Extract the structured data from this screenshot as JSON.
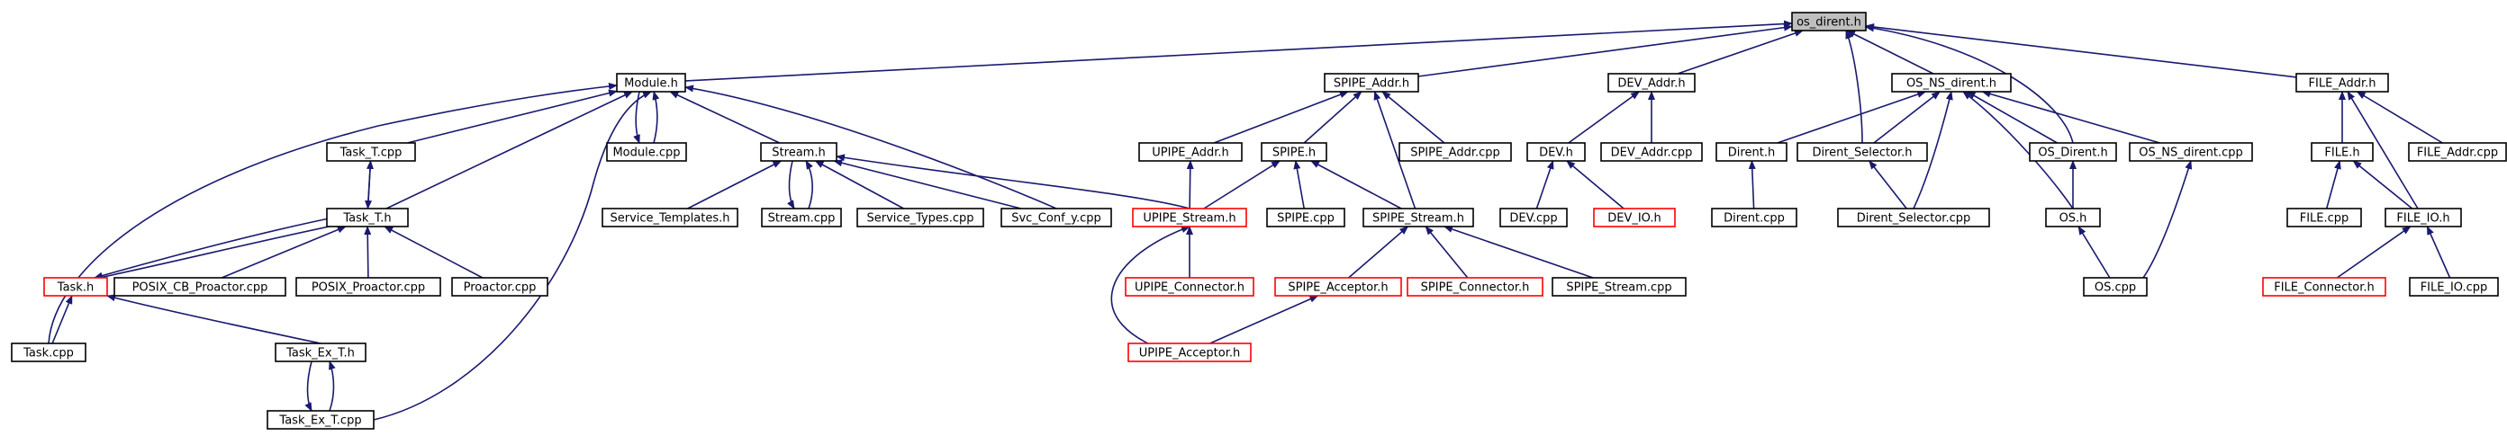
{
  "diagram": {
    "colors": {
      "edge": "#191970",
      "root_fill": "#bfbfbf",
      "default_border": "#000000",
      "truncated_border": "#ff0000",
      "node_fill": "#ffffff"
    },
    "nodes": [
      {
        "id": "os_dirent_h",
        "label": "os_dirent.h",
        "style": "root"
      },
      {
        "id": "module_h",
        "label": "Module.h",
        "style": "normal"
      },
      {
        "id": "spipe_addr_h",
        "label": "SPIPE_Addr.h",
        "style": "normal"
      },
      {
        "id": "dev_addr_h",
        "label": "DEV_Addr.h",
        "style": "normal"
      },
      {
        "id": "os_ns_dirent_h",
        "label": "OS_NS_dirent.h",
        "style": "normal"
      },
      {
        "id": "file_addr_h",
        "label": "FILE_Addr.h",
        "style": "normal"
      },
      {
        "id": "task_t_cpp",
        "label": "Task_T.cpp",
        "style": "normal"
      },
      {
        "id": "module_cpp",
        "label": "Module.cpp",
        "style": "normal"
      },
      {
        "id": "stream_h",
        "label": "Stream.h",
        "style": "normal"
      },
      {
        "id": "upipe_addr_h",
        "label": "UPIPE_Addr.h",
        "style": "normal"
      },
      {
        "id": "spipe_h",
        "label": "SPIPE.h",
        "style": "normal"
      },
      {
        "id": "spipe_addr_cpp",
        "label": "SPIPE_Addr.cpp",
        "style": "normal"
      },
      {
        "id": "dev_h",
        "label": "DEV.h",
        "style": "normal"
      },
      {
        "id": "dev_addr_cpp",
        "label": "DEV_Addr.cpp",
        "style": "normal"
      },
      {
        "id": "dirent_h",
        "label": "Dirent.h",
        "style": "normal"
      },
      {
        "id": "dirent_selector_h",
        "label": "Dirent_Selector.h",
        "style": "normal"
      },
      {
        "id": "os_dirent_h2",
        "label": "OS_Dirent.h",
        "style": "normal"
      },
      {
        "id": "os_ns_dirent_cpp",
        "label": "OS_NS_dirent.cpp",
        "style": "normal"
      },
      {
        "id": "file_h",
        "label": "FILE.h",
        "style": "normal"
      },
      {
        "id": "file_addr_cpp",
        "label": "FILE_Addr.cpp",
        "style": "normal"
      },
      {
        "id": "task_t_h",
        "label": "Task_T.h",
        "style": "normal"
      },
      {
        "id": "service_templates_h",
        "label": "Service_Templates.h",
        "style": "normal"
      },
      {
        "id": "stream_cpp",
        "label": "Stream.cpp",
        "style": "normal"
      },
      {
        "id": "service_types_cpp",
        "label": "Service_Types.cpp",
        "style": "normal"
      },
      {
        "id": "svc_conf_y_cpp",
        "label": "Svc_Conf_y.cpp",
        "style": "normal"
      },
      {
        "id": "upipe_stream_h",
        "label": "UPIPE_Stream.h",
        "style": "truncated"
      },
      {
        "id": "spipe_cpp",
        "label": "SPIPE.cpp",
        "style": "normal"
      },
      {
        "id": "spipe_stream_h",
        "label": "SPIPE_Stream.h",
        "style": "normal"
      },
      {
        "id": "dev_cpp",
        "label": "DEV.cpp",
        "style": "normal"
      },
      {
        "id": "dev_io_h",
        "label": "DEV_IO.h",
        "style": "truncated"
      },
      {
        "id": "dirent_cpp",
        "label": "Dirent.cpp",
        "style": "normal"
      },
      {
        "id": "dirent_selector_cpp",
        "label": "Dirent_Selector.cpp",
        "style": "normal"
      },
      {
        "id": "os_h",
        "label": "OS.h",
        "style": "normal"
      },
      {
        "id": "file_cpp",
        "label": "FILE.cpp",
        "style": "normal"
      },
      {
        "id": "file_io_h",
        "label": "FILE_IO.h",
        "style": "normal"
      },
      {
        "id": "task_h",
        "label": "Task.h",
        "style": "truncated"
      },
      {
        "id": "posix_cb_proactor_cpp",
        "label": "POSIX_CB_Proactor.cpp",
        "style": "normal"
      },
      {
        "id": "posix_proactor_cpp",
        "label": "POSIX_Proactor.cpp",
        "style": "normal"
      },
      {
        "id": "proactor_cpp",
        "label": "Proactor.cpp",
        "style": "normal"
      },
      {
        "id": "upipe_connector_h",
        "label": "UPIPE_Connector.h",
        "style": "truncated"
      },
      {
        "id": "spipe_acceptor_h",
        "label": "SPIPE_Acceptor.h",
        "style": "truncated"
      },
      {
        "id": "spipe_connector_h",
        "label": "SPIPE_Connector.h",
        "style": "truncated"
      },
      {
        "id": "spipe_stream_cpp",
        "label": "SPIPE_Stream.cpp",
        "style": "normal"
      },
      {
        "id": "os_cpp",
        "label": "OS.cpp",
        "style": "normal"
      },
      {
        "id": "file_connector_h",
        "label": "FILE_Connector.h",
        "style": "truncated"
      },
      {
        "id": "file_io_cpp",
        "label": "FILE_IO.cpp",
        "style": "normal"
      },
      {
        "id": "task_cpp",
        "label": "Task.cpp",
        "style": "normal"
      },
      {
        "id": "task_ex_t_h",
        "label": "Task_Ex_T.h",
        "style": "normal"
      },
      {
        "id": "upipe_acceptor_h",
        "label": "UPIPE_Acceptor.h",
        "style": "truncated"
      },
      {
        "id": "task_ex_t_cpp",
        "label": "Task_Ex_T.cpp",
        "style": "normal"
      }
    ],
    "edges": [
      {
        "from": "module_h",
        "to": "os_dirent_h"
      },
      {
        "from": "spipe_addr_h",
        "to": "os_dirent_h"
      },
      {
        "from": "dev_addr_h",
        "to": "os_dirent_h"
      },
      {
        "from": "os_ns_dirent_h",
        "to": "os_dirent_h"
      },
      {
        "from": "file_addr_h",
        "to": "os_dirent_h"
      },
      {
        "from": "dirent_selector_h",
        "to": "os_dirent_h"
      },
      {
        "from": "os_dirent_h2",
        "to": "os_dirent_h"
      },
      {
        "from": "task_t_cpp",
        "to": "module_h"
      },
      {
        "from": "module_cpp",
        "to": "module_h"
      },
      {
        "from": "stream_h",
        "to": "module_h"
      },
      {
        "from": "task_t_h",
        "to": "module_h"
      },
      {
        "from": "svc_conf_y_cpp",
        "to": "module_h"
      },
      {
        "from": "task_cpp",
        "to": "module_h"
      },
      {
        "from": "task_ex_t_cpp",
        "to": "module_h"
      },
      {
        "from": "upipe_addr_h",
        "to": "spipe_addr_h"
      },
      {
        "from": "spipe_h",
        "to": "spipe_addr_h"
      },
      {
        "from": "spipe_addr_cpp",
        "to": "spipe_addr_h"
      },
      {
        "from": "spipe_stream_h",
        "to": "spipe_addr_h"
      },
      {
        "from": "dev_h",
        "to": "dev_addr_h"
      },
      {
        "from": "dev_addr_cpp",
        "to": "dev_addr_h"
      },
      {
        "from": "dirent_h",
        "to": "os_ns_dirent_h"
      },
      {
        "from": "dirent_selector_h",
        "to": "os_ns_dirent_h"
      },
      {
        "from": "os_dirent_h2",
        "to": "os_ns_dirent_h"
      },
      {
        "from": "os_ns_dirent_cpp",
        "to": "os_ns_dirent_h"
      },
      {
        "from": "dirent_selector_cpp",
        "to": "os_ns_dirent_h"
      },
      {
        "from": "os_h",
        "to": "os_ns_dirent_h"
      },
      {
        "from": "file_h",
        "to": "file_addr_h"
      },
      {
        "from": "file_addr_cpp",
        "to": "file_addr_h"
      },
      {
        "from": "file_io_h",
        "to": "file_addr_h"
      },
      {
        "from": "task_t_h",
        "to": "task_t_cpp"
      },
      {
        "from": "module_h",
        "to": "module_cpp"
      },
      {
        "from": "service_templates_h",
        "to": "stream_h"
      },
      {
        "from": "stream_cpp",
        "to": "stream_h"
      },
      {
        "from": "service_types_cpp",
        "to": "stream_h"
      },
      {
        "from": "svc_conf_y_cpp",
        "to": "stream_h"
      },
      {
        "from": "upipe_stream_h",
        "to": "stream_h"
      },
      {
        "from": "stream_h",
        "to": "stream_cpp"
      },
      {
        "from": "upipe_stream_h",
        "to": "upipe_addr_h"
      },
      {
        "from": "upipe_stream_h",
        "to": "spipe_h"
      },
      {
        "from": "spipe_cpp",
        "to": "spipe_h"
      },
      {
        "from": "spipe_stream_h",
        "to": "spipe_h"
      },
      {
        "from": "dev_cpp",
        "to": "dev_h"
      },
      {
        "from": "dev_io_h",
        "to": "dev_h"
      },
      {
        "from": "dirent_cpp",
        "to": "dirent_h"
      },
      {
        "from": "dirent_selector_cpp",
        "to": "dirent_selector_h"
      },
      {
        "from": "os_h",
        "to": "os_dirent_h2"
      },
      {
        "from": "os_cpp",
        "to": "os_h"
      },
      {
        "from": "os_cpp",
        "to": "os_ns_dirent_cpp"
      },
      {
        "from": "file_cpp",
        "to": "file_h"
      },
      {
        "from": "file_io_h",
        "to": "file_h"
      },
      {
        "from": "task_h",
        "to": "task_t_h"
      },
      {
        "from": "task_t_h",
        "to": "task_h"
      },
      {
        "from": "posix_cb_proactor_cpp",
        "to": "task_t_h"
      },
      {
        "from": "posix_proactor_cpp",
        "to": "task_t_h"
      },
      {
        "from": "proactor_cpp",
        "to": "task_t_h"
      },
      {
        "from": "task_t_cpp",
        "to": "task_t_h"
      },
      {
        "from": "upipe_connector_h",
        "to": "upipe_stream_h"
      },
      {
        "from": "upipe_acceptor_h",
        "to": "upipe_stream_h"
      },
      {
        "from": "spipe_acceptor_h",
        "to": "spipe_stream_h"
      },
      {
        "from": "spipe_connector_h",
        "to": "spipe_stream_h"
      },
      {
        "from": "spipe_stream_cpp",
        "to": "spipe_stream_h"
      },
      {
        "from": "file_connector_h",
        "to": "file_io_h"
      },
      {
        "from": "file_io_cpp",
        "to": "file_io_h"
      },
      {
        "from": "task_cpp",
        "to": "task_h"
      },
      {
        "from": "task_ex_t_h",
        "to": "task_h"
      },
      {
        "from": "upipe_acceptor_h",
        "to": "spipe_acceptor_h"
      },
      {
        "from": "task_ex_t_cpp",
        "to": "task_ex_t_h"
      },
      {
        "from": "task_ex_t_h",
        "to": "task_ex_t_cpp"
      }
    ]
  }
}
